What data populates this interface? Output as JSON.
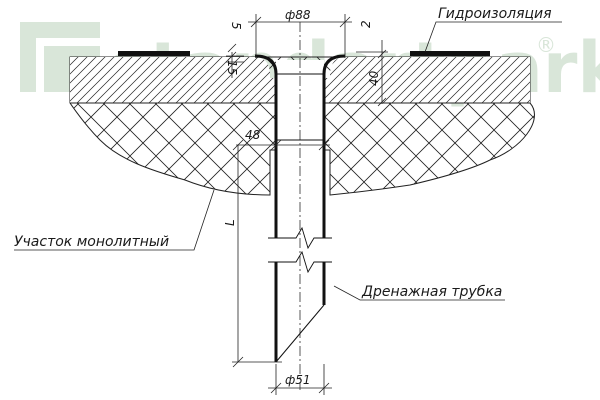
{
  "watermark": {
    "text": "standartpark",
    "trademark": "®"
  },
  "labels": {
    "waterproofing": "Гидроизоляция",
    "monolithic_section": "Участок монолитный",
    "drain_tube": "Дренажная трубка"
  },
  "dimensions": {
    "top_diameter": "ф88",
    "bottom_diameter": "ф51",
    "inner_depth": "48",
    "length": "L",
    "offset_5": "5",
    "offset_15": "15",
    "offset_2": "2",
    "offset_40": "40"
  },
  "colors": {
    "line": "#1a1a1a",
    "watermark": "#d9e6d9"
  }
}
